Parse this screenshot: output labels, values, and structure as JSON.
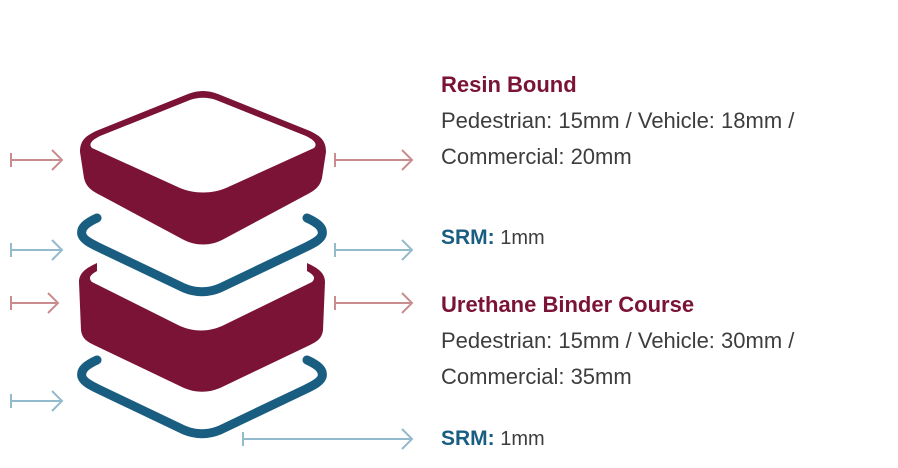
{
  "colors": {
    "resin": "#7b1336",
    "srm": "#195d81",
    "arrow_resin": "#c98d8f",
    "arrow_srm": "#94bacd",
    "text": "#3d3d3d"
  },
  "layers": [
    {
      "title": "Resin Bound",
      "line1": "Pedestrian: 15mm / Vehicle: 18mm /",
      "line2": "Commercial: 20mm"
    },
    {
      "srm_label": "SRM:",
      "srm_value": "1mm"
    },
    {
      "title": "Urethane Binder Course",
      "line1": "Pedestrian: 15mm / Vehicle: 30mm /",
      "line2": "Commercial: 35mm"
    },
    {
      "srm_label": "SRM:",
      "srm_value": "1mm"
    }
  ]
}
